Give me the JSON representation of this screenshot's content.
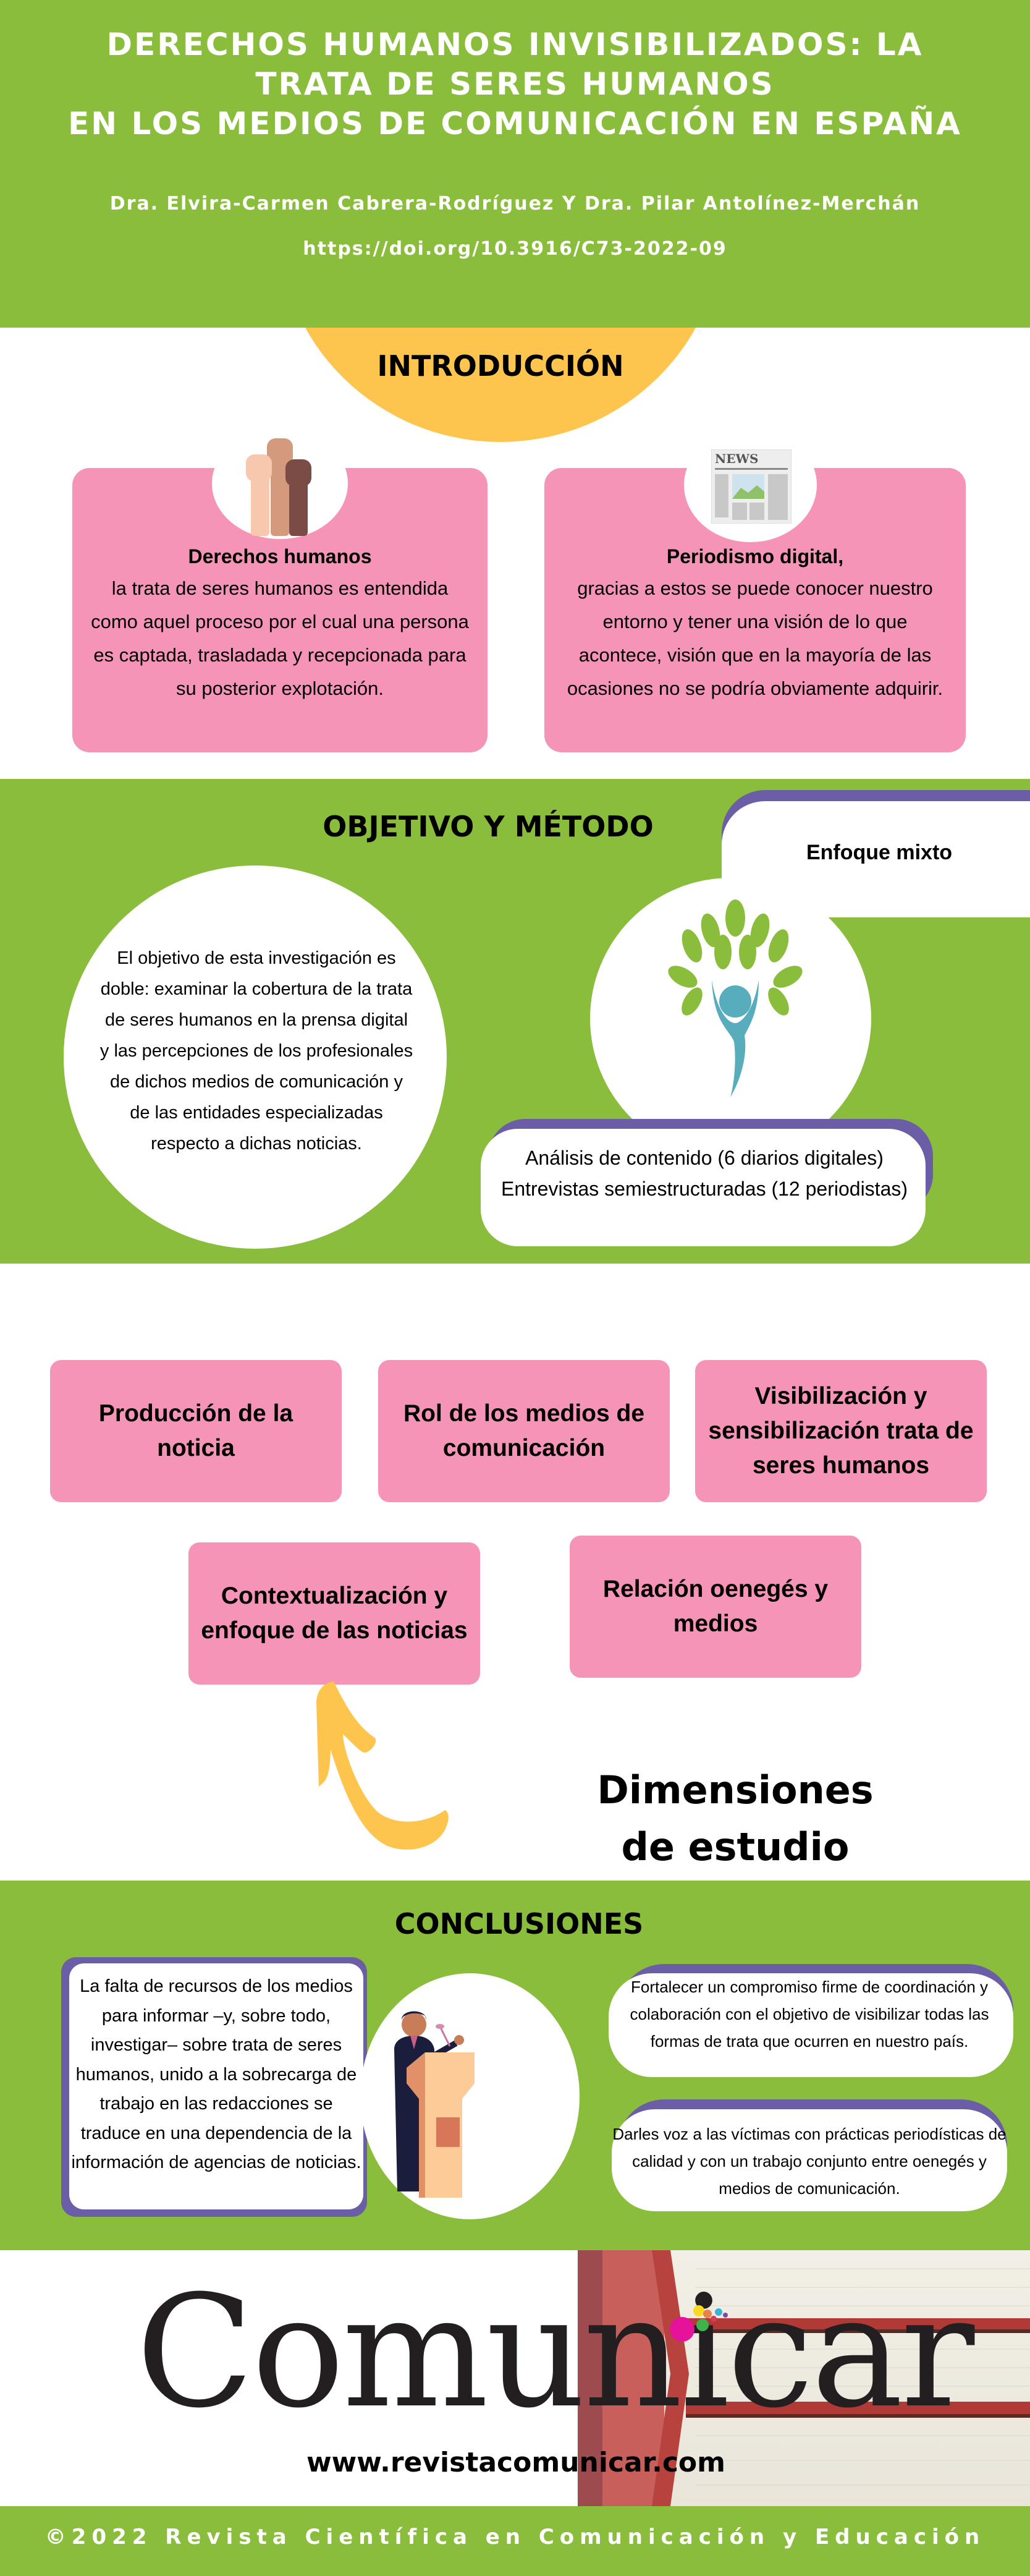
{
  "colors": {
    "green": "#8abd3b",
    "pink": "#f594b6",
    "yellow": "#fec54e",
    "purple": "#6b5ea6",
    "teal": "#57adbb"
  },
  "header": {
    "title_lines": [
      "DERECHOS HUMANOS INVISIBILIZADOS: LA",
      "TRATA DE SERES HUMANOS",
      "EN LOS MEDIOS DE COMUNICACIÓN EN ESPAÑA"
    ],
    "authors": "Dra. Elvira-Carmen Cabrera-Rodríguez Y Dra. Pilar Antolínez-Merchán",
    "doi": "https://doi.org/10.3916/C73-2022-09"
  },
  "introduction": {
    "title": "INTRODUCCIÓN",
    "cards": [
      {
        "icon": "raised-fists-icon",
        "heading": "Derechos humanos",
        "body": "la trata de seres humanos es entendida como aquel proceso por el cual una persona es captada, trasladada y recepcionada para su posterior explotación."
      },
      {
        "icon": "newspaper-icon",
        "heading": "Periodismo digital,",
        "body": "gracias a estos se puede conocer nuestro entorno y tener una visión de lo que acontece, visión que en la mayoría de las ocasiones no se podría obviamente adquirir."
      }
    ]
  },
  "objective": {
    "title": "OBJETIVO Y MÉTODO",
    "approach": "Enfoque mixto",
    "description": "El objetivo de esta investigación es doble: examinar la cobertura de la trata de seres humanos en la prensa digital y las percepciones de los profesionales de dichos medios de comunicación y de las entidades especializadas respecto a dichas noticias.",
    "methods": [
      "Análisis de contenido (6 diarios digitales)",
      "Entrevistas semiestructuradas (12 periodistas)"
    ]
  },
  "dimensions": {
    "label": "Dimensiones de estudio",
    "items": [
      "Producción de la noticia",
      "Rol de los medios de comunicación",
      "Visibilización y sensibilización trata de seres humanos",
      "Contextualización y enfoque de las noticias",
      "Relación oenegés y medios"
    ]
  },
  "conclusions": {
    "title": "CONCLUSIONES",
    "left": "La falta de recursos de los medios para informar –y, sobre todo, investigar– sobre trata de seres humanos, unido a la sobrecarga de trabajo en las redacciones se traduce en una dependencia de la información de agencias de noticias.",
    "right": [
      "Fortalecer un compromiso firme de coordinación y colaboración con el objetivo de visibilizar todas las formas de trata que ocurren en nuestro país.",
      "Darles voz a las víctimas con prácticas periodísticas de calidad y con un trabajo conjunto entre oenegés y medios de comunicación."
    ]
  },
  "brand": {
    "logo": "Comunicar",
    "url": "www.revistacomunicar.com",
    "footer": "©2022 Revista Científica en Comunicación y Educación"
  }
}
